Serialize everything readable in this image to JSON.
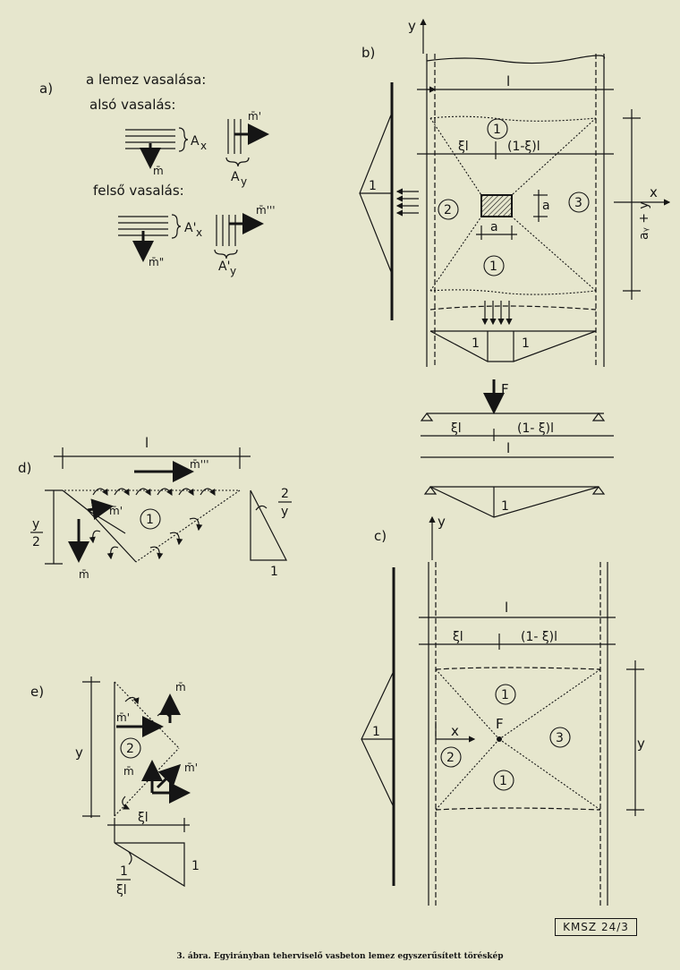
{
  "panel_a": {
    "label": "a)",
    "title": "a lemez vasalása:",
    "lower": "alsó vasalás:",
    "upper": "felső vasalás:",
    "ax": "A",
    "ax_sub": "x",
    "ay": "A",
    "ay_sub": "y",
    "ax_upper": "A'",
    "ax_upper_sub": "x",
    "ay_upper": "A'",
    "ay_upper_sub": "y",
    "m_bar": "m̄",
    "m_prime": "m̄'",
    "m_double": "m̄\"",
    "m_triple": "m̄'''"
  },
  "panel_b": {
    "label": "b)",
    "axis_y": "y",
    "axis_x": "x",
    "span": "l",
    "xi_l": "ξl",
    "one_minus_xi_l": "(1-ξ)l",
    "a": "a",
    "ay_y": "aᵧ + y",
    "zone1": "1",
    "zone2": "2",
    "zone3": "3",
    "one": "1"
  },
  "beam": {
    "force": "F",
    "xi_l": "ξl",
    "one_minus_xi_l": "(1- ξ)l",
    "span": "l",
    "one": "1"
  },
  "panel_c": {
    "label": "c)",
    "axis_y": "y",
    "axis_x": "x",
    "span": "l",
    "xi_l": "ξl",
    "one_minus_xi_l": "(1- ξ)l",
    "force": "F",
    "y": "y",
    "one": "1",
    "zone1": "1",
    "zone2": "2",
    "zone3": "3"
  },
  "panel_d": {
    "label": "d)",
    "span": "l",
    "m_triple": "m̄'''",
    "m_prime": "m̄'",
    "m_bar": "m̄",
    "half_y_num": "y",
    "half_y_den": "2",
    "slope_num": "2",
    "slope_den": "y",
    "zone": "1",
    "one": "1"
  },
  "panel_e": {
    "label": "e)",
    "y": "y",
    "xi_l": "ξl",
    "m_bar": "m̄",
    "m_prime": "m̄'",
    "zone": "2",
    "one": "1",
    "slope_num": "1",
    "slope_den": "ξl"
  },
  "stamp": "KMSZ 24/3",
  "caption": "3. ábra. Egyirányban teherviselő vasbeton lemez egyszerűsített töréskép"
}
